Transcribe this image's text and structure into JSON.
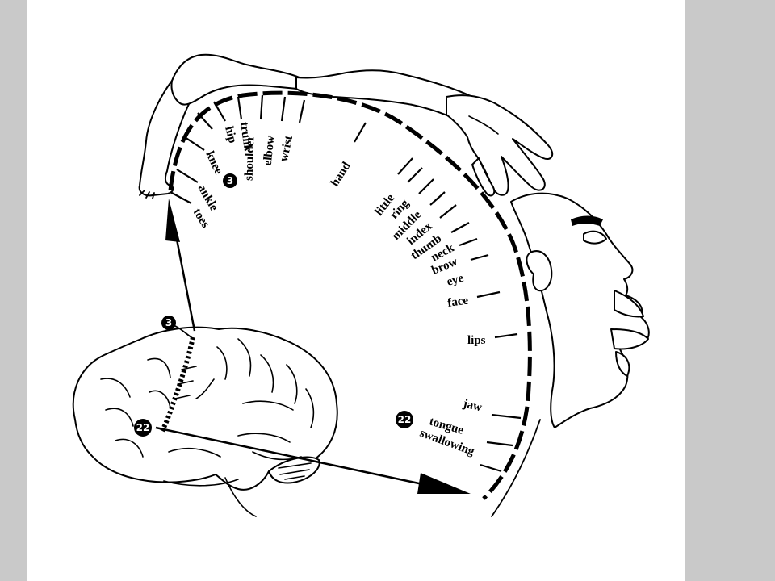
{
  "labels": [
    {
      "key": "toes",
      "text": "toes"
    },
    {
      "key": "ankle",
      "text": "ankle"
    },
    {
      "key": "knee",
      "text": "knee"
    },
    {
      "key": "hip",
      "text": "hip"
    },
    {
      "key": "trunk",
      "text": "trunk"
    },
    {
      "key": "shoulder",
      "text": "shoulder"
    },
    {
      "key": "elbow",
      "text": "elbow"
    },
    {
      "key": "wrist",
      "text": "wrist"
    },
    {
      "key": "hand",
      "text": "hand"
    },
    {
      "key": "little",
      "text": "little"
    },
    {
      "key": "ring",
      "text": "ring"
    },
    {
      "key": "middle",
      "text": "middle"
    },
    {
      "key": "index",
      "text": "index"
    },
    {
      "key": "thumb",
      "text": "thumb"
    },
    {
      "key": "neck",
      "text": "neck"
    },
    {
      "key": "brow",
      "text": "brow"
    },
    {
      "key": "eye",
      "text": "eye"
    },
    {
      "key": "face",
      "text": "face"
    },
    {
      "key": "lips",
      "text": "lips"
    },
    {
      "key": "jaw",
      "text": "jaw"
    },
    {
      "key": "tongue",
      "text": "tongue"
    },
    {
      "key": "swallowing",
      "text": "swallowing"
    }
  ],
  "markers": {
    "top_strip": "3",
    "top_brain": "3",
    "bottom_strip": "22",
    "bottom_brain": "22"
  },
  "colors": {
    "ink": "#000000",
    "paper": "#ffffff",
    "margin": "#c9c9c9"
  }
}
